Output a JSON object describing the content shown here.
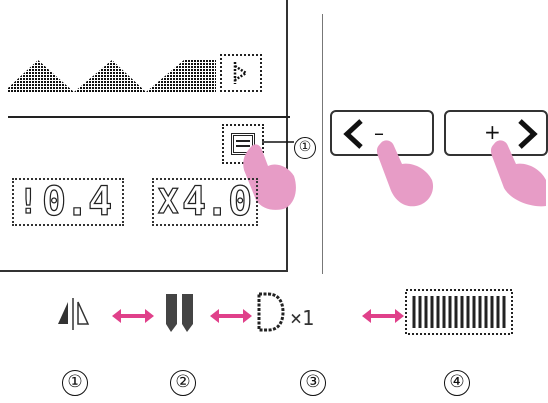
{
  "panel": {
    "readout_left": "0.4",
    "readout_left_prefix": "!",
    "readout_right": "4.0",
    "readout_right_prefix": "X",
    "callout": "①"
  },
  "buttons": {
    "minus_symbol": "–",
    "plus_symbol": "+"
  },
  "sequence": {
    "x_label": "×1",
    "numbers": [
      "①",
      "②",
      "③",
      "④"
    ]
  },
  "colors": {
    "accent": "#e0408a",
    "finger": "#e79cc6",
    "ink": "#111111"
  },
  "icons": [
    "mirror-icon",
    "twin-needle-icon",
    "bold-stitch-icon",
    "elongation-icon",
    "stitch-key-icon",
    "finger-icon"
  ]
}
